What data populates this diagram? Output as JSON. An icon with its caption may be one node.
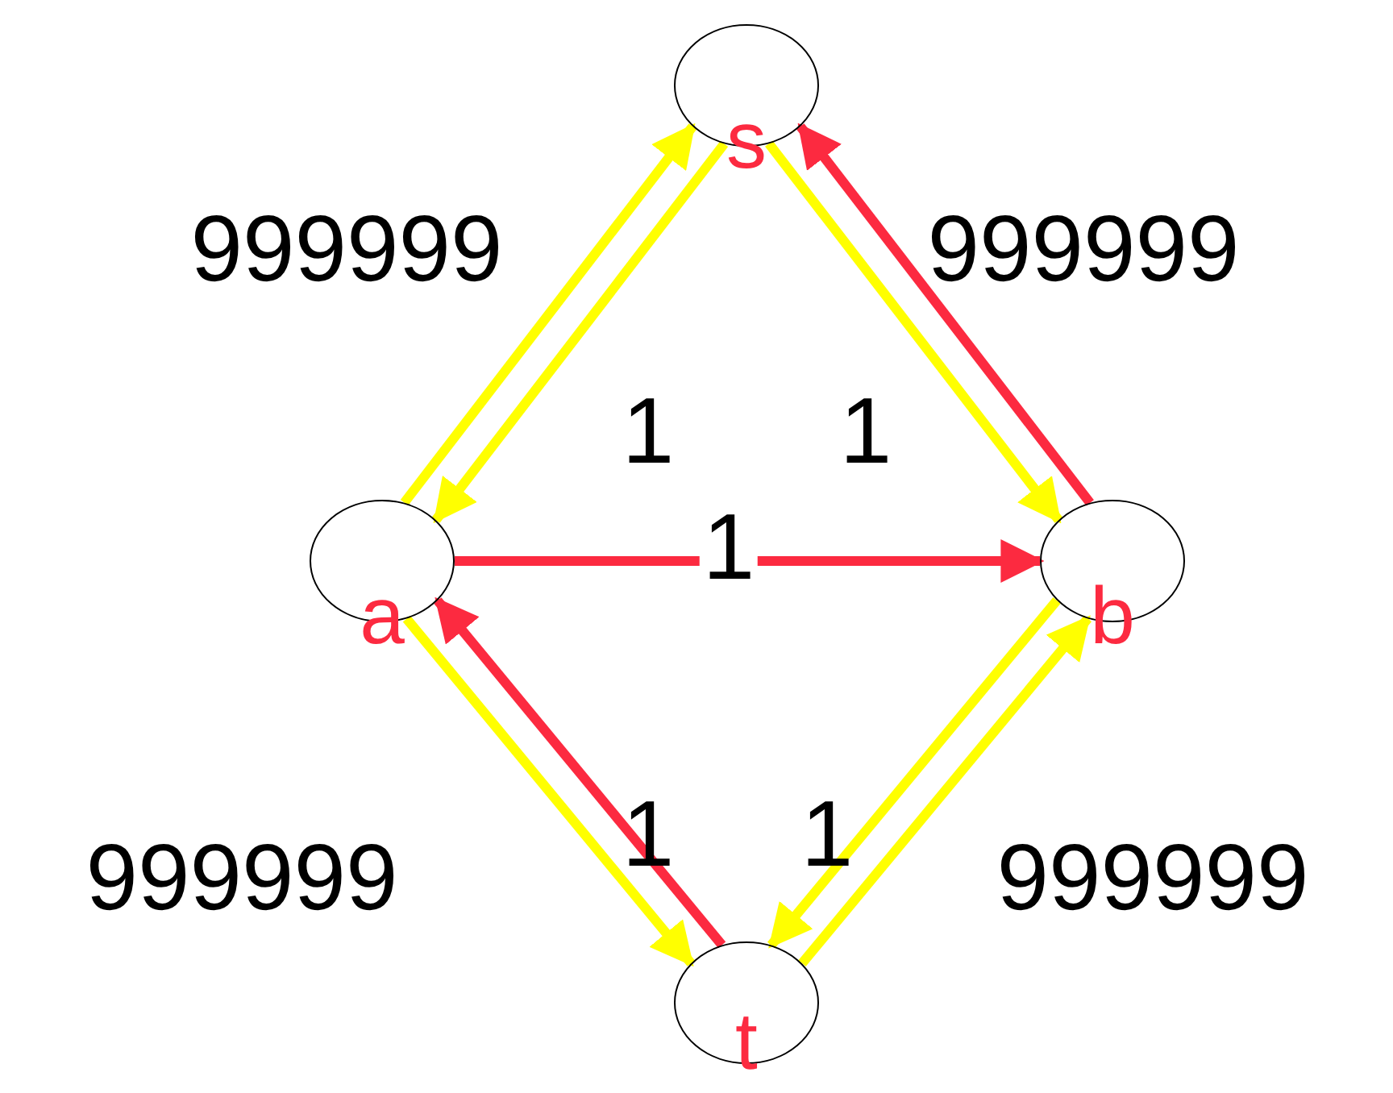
{
  "diagram": {
    "nodes": [
      {
        "text": [
          "s"
        ]
      },
      {
        "text": [
          "a"
        ]
      },
      {
        "text": [
          "b"
        ]
      },
      {
        "text": [
          "t"
        ]
      }
    ],
    "edges": [
      {
        "from": 0,
        "to": 1,
        "arrow": "to"
      },
      {
        "from": 1,
        "to": 0,
        "arrow": "to"
      },
      {
        "from": 0,
        "to": 2,
        "arrow": "to"
      },
      {
        "from": 2,
        "to": 0,
        "arrow": "to",
        "color": "#fc2a40"
      },
      {
        "from": 1,
        "to": 2,
        "arrow": "to",
        "label": "1",
        "color": "#fc2a40"
      },
      {
        "from": 1,
        "to": 3,
        "arrow": "to"
      },
      {
        "from": 3,
        "to": 1,
        "arrow": "to",
        "color": "#fc2a40"
      },
      {
        "from": 3,
        "to": 2,
        "arrow": "to"
      },
      {
        "from": 2,
        "to": 3,
        "arrow": "to"
      }
    ],
    "labels": [
      "999999",
      "999999",
      "1",
      "1",
      "999999",
      "1",
      "1",
      "999999"
    ]
  }
}
